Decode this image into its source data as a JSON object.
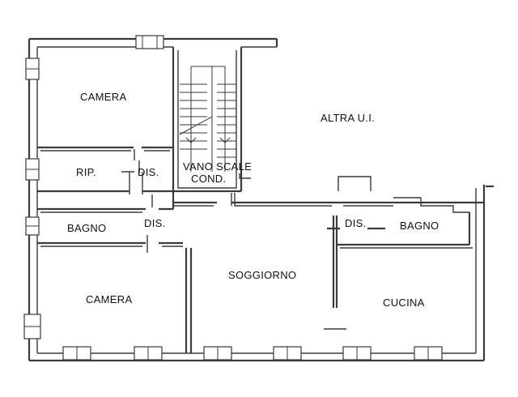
{
  "rooms": {
    "camera_top": "CAMERA",
    "rip": "RIP.",
    "dis_1": "DIS.",
    "vano_scale_line1": "VANO SCALE",
    "vano_scale_line2": "COND.",
    "altra_ui": "ALTRA U.I.",
    "bagno_left": "BAGNO",
    "dis_2": "DIS.",
    "dis_3": "DIS.",
    "bagno_right": "BAGNO",
    "camera_bottom": "CAMERA",
    "soggiorno": "SOGGIORNO",
    "cucina": "CUCINA"
  }
}
